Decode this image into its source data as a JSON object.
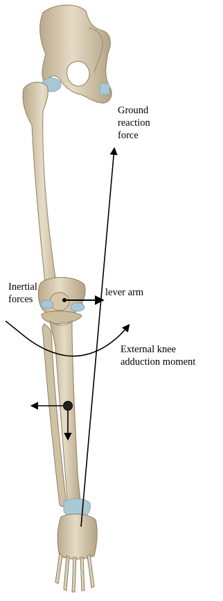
{
  "labels": {
    "ground_reaction": [
      "Ground",
      "reaction",
      "force"
    ],
    "inertial": [
      "Inertial",
      "forces"
    ],
    "lever_arm": "lever arm",
    "moment": [
      "External knee",
      "adduction moment"
    ]
  },
  "colors": {
    "bone": "#d9cdb3",
    "bone_shade": "#a8977a",
    "cartilage": "#a9c8d6",
    "ink": "#000000"
  }
}
